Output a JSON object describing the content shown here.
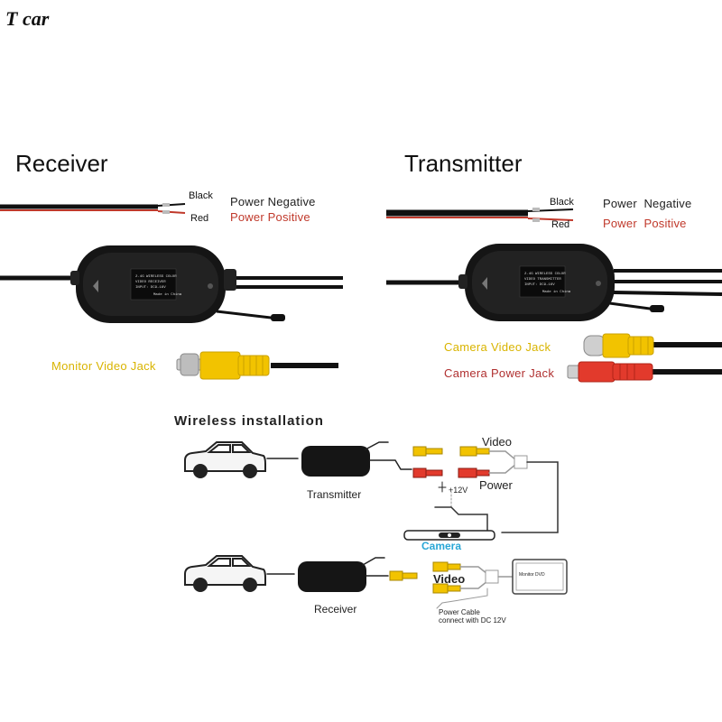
{
  "brand": "T car",
  "receiver": {
    "title": "Receiver",
    "wire_black": "Black",
    "wire_red": "Red",
    "power_negative": "Power Negative",
    "power_positive": "Power Positive",
    "jack": "Monitor Video Jack",
    "label_lines": [
      "2.4G WIRELESS COLOR",
      "VIDEO RECEIVER",
      "INPUT: DC9-16V",
      "Made in China"
    ]
  },
  "transmitter": {
    "title": "Transmitter",
    "wire_black": "Black",
    "wire_red": "Red",
    "power_negative": "Power  Negative",
    "power_positive": "Power  Positive",
    "jack_video": "Camera Video Jack",
    "jack_power": "Camera Power Jack",
    "label_lines": [
      "2.4G WIRELESS COLOR",
      "VIDEO TRANSMITTER",
      "INPUT: DC9-16V",
      "Made in China"
    ]
  },
  "installation": {
    "title": "Wireless installation",
    "transmitter": "Transmitter",
    "receiver": "Receiver",
    "video_top": "Video",
    "power": "Power",
    "plus12v": "+12V",
    "camera": "Camera",
    "video_bottom": "Video",
    "monitor": "Monitor DVD",
    "power_cable_1": "Power Cable",
    "power_cable_2": "connect with DC 12V"
  },
  "colors": {
    "yellow_rca": "#f2c300",
    "red_rca": "#e23a2c",
    "camera_label": "#2aa7d6",
    "module_body": "#151515"
  }
}
